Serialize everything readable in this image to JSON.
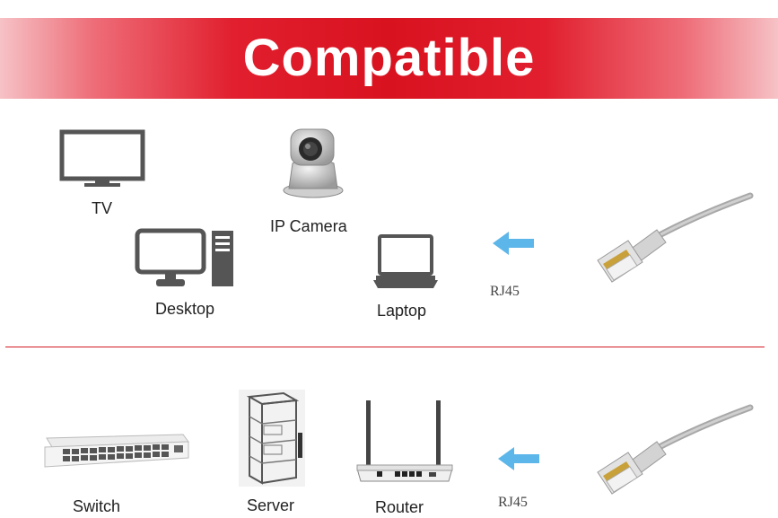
{
  "banner": {
    "title": "Compatible",
    "color": "#d9121f"
  },
  "top_row": {
    "tv": {
      "label": "TV",
      "icon": "tv-icon"
    },
    "ip_camera": {
      "label": "IP Camera",
      "icon": "ip-camera-icon"
    },
    "desktop": {
      "label": "Desktop",
      "icon": "desktop-icon"
    },
    "laptop": {
      "label": "Laptop",
      "icon": "laptop-icon"
    },
    "connector": {
      "label": "RJ45",
      "icon": "rj45-cable-icon"
    }
  },
  "bottom_row": {
    "switch": {
      "label": "Switch",
      "icon": "network-switch-icon"
    },
    "server": {
      "label": "Server",
      "icon": "server-rack-icon"
    },
    "router": {
      "label": "Router",
      "icon": "router-icon"
    },
    "connector": {
      "label": "RJ45",
      "icon": "rj45-cable-icon"
    }
  },
  "colors": {
    "arrow": "#5cb6ea",
    "icon_gray": "#555555",
    "divider": "#d41c24"
  }
}
